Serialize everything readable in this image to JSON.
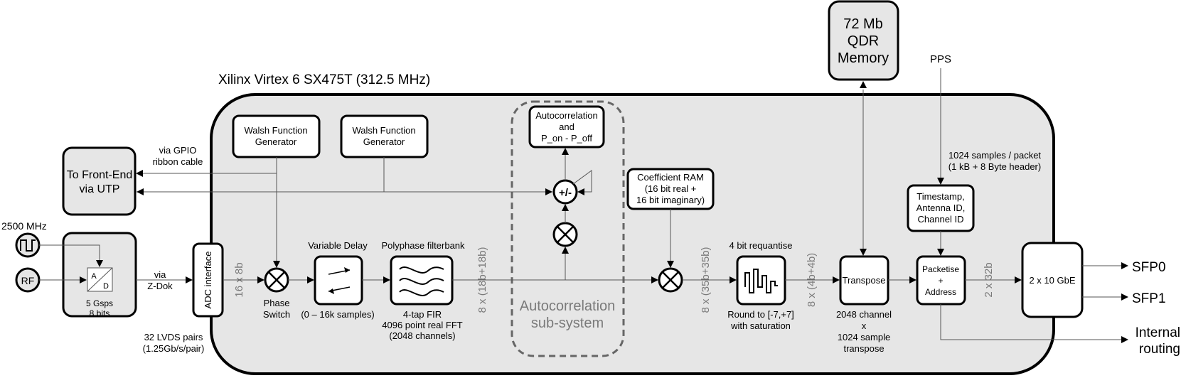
{
  "fpga_title": "Xilinx Virtex 6 SX475T (312.5 MHz)",
  "qdr": [
    "72 Mb",
    "QDR",
    "Memory"
  ],
  "pps": "PPS",
  "front_end": [
    "To Front-End",
    "via UTP"
  ],
  "gpio_label": [
    "via GPIO",
    "ribbon cable"
  ],
  "clock_label": "2500 MHz",
  "rf_label": "RF",
  "adc": {
    "a": "A",
    "d": "D",
    "rate": [
      "5 Gsps",
      "8 bits"
    ]
  },
  "zdok_label": [
    "via",
    "Z-Dok"
  ],
  "lvds_label": [
    "32 LVDS pairs",
    "(1.25Gb/s/pair)"
  ],
  "adc_interface": "ADC interface",
  "bus_16x8b": "16 x 8b",
  "walsh1": [
    "Walsh Function",
    "Generator"
  ],
  "walsh2": [
    "Walsh Function",
    "Generator"
  ],
  "phase_switch": [
    "Phase",
    "Switch"
  ],
  "variable_delay": {
    "title": "Variable Delay",
    "sub": "(0 – 16k samples)"
  },
  "polyphase": {
    "title": "Polyphase filterbank",
    "sub": [
      "4-tap FIR",
      "4096 point real FFT",
      "(2048 channels)"
    ]
  },
  "bus_18b": "8 x (18b+18b)",
  "autocorr": {
    "box": [
      "Autocorrelation",
      "and",
      "P_on - P_off"
    ],
    "pm": "+/-",
    "subsystem": [
      "Autocorrelation",
      "sub-system"
    ]
  },
  "coeff_ram": [
    "Coefficient RAM",
    "(16 bit real +",
    "16 bit imaginary)"
  ],
  "bus_35b": "8 x (35b+35b)",
  "requant": {
    "title": "4 bit requantise",
    "sub": [
      "Round to [-7,+7]",
      "with saturation"
    ]
  },
  "bus_4b": "8 x (4b+4b)",
  "transpose": {
    "label": "Transpose",
    "sub": [
      "2048 channel",
      "x",
      "1024 sample",
      "transpose"
    ]
  },
  "packet_note": [
    "1024 samples / packet",
    "(1 kB + 8 Byte header)"
  ],
  "timestamp": [
    "Timestamp,",
    "Antenna ID,",
    "Channel ID"
  ],
  "packetise": [
    "Packetise",
    "+",
    "Address"
  ],
  "bus_32b": "2 x 32b",
  "gbe": "2 x 10 GbE",
  "outputs": {
    "sfp0": "SFP0",
    "sfp1": "SFP1",
    "internal": [
      "Internal",
      "routing"
    ]
  }
}
